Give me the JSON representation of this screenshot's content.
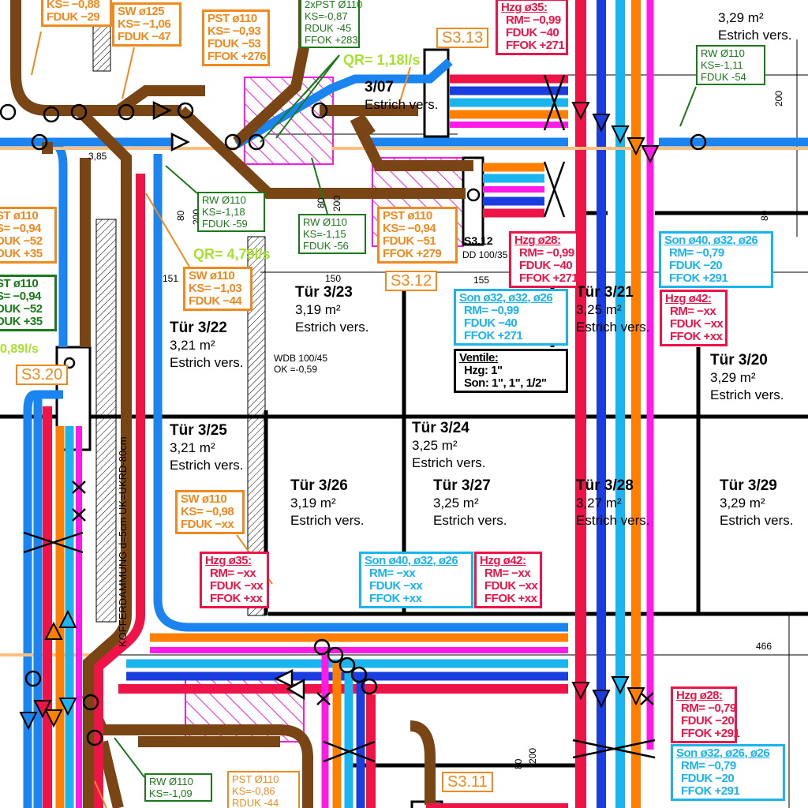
{
  "colors": {
    "heating": "#ee1448",
    "sanitary": "#1ab4ee",
    "rainwater": "#1a7a1a",
    "wastewater": "#f08a1e",
    "flow_rate": "#a6e22e",
    "brown_pipe": "#7a4515",
    "blue_pipe": "#1a84f0",
    "dark_blue_pipe": "#1a3de0",
    "magenta_pipe": "#ff1ae8"
  },
  "annotations": [
    {
      "kind": "wastewater",
      "lines": [
        "KS= −0,88",
        "FDUK −29"
      ]
    },
    {
      "kind": "wastewater",
      "lines": [
        "SW ø125",
        "KS= −1,06",
        "FDUK −47"
      ]
    },
    {
      "kind": "wastewater",
      "lines": [
        "PST ø110",
        "KS= −0,93",
        "FDUK −53",
        "FFOK +276"
      ]
    },
    {
      "kind": "rainwater",
      "thin": true,
      "lines": [
        "2xPST Ø110",
        "KS=-0,87",
        "RDUK -45",
        "FFOK +283"
      ]
    },
    {
      "kind": "heating",
      "header": "Hzg ø35:",
      "lines": [
        "RM= −0,99",
        "FDUK −40",
        "FFOK +271"
      ]
    },
    {
      "kind": "rainwater",
      "thin": true,
      "lines": [
        "RW Ø110",
        "KS=-1,11",
        "FDUK -54"
      ]
    },
    {
      "kind": "rainwater",
      "thin": true,
      "lines": [
        "RW Ø110",
        "KS=-1,18",
        "FDUK -59"
      ]
    },
    {
      "kind": "rainwater",
      "thin": true,
      "lines": [
        "RW Ø110",
        "KS=-1,15",
        "FDUK -56"
      ]
    },
    {
      "kind": "wastewater",
      "lines": [
        "SW ø110",
        "KS= −1,03",
        "FDUK −44"
      ]
    },
    {
      "kind": "wastewater",
      "lines": [
        "PST ø110",
        "KS= −0,94",
        "FDUK −51",
        "FFOK +279"
      ]
    },
    {
      "kind": "heating",
      "header": "Hzg ø28:",
      "lines": [
        "RM= −0,99",
        "FDUK −40",
        "FFOK +271"
      ]
    },
    {
      "kind": "sanitary",
      "header": "Son ø40, ø32, ø26",
      "lines": [
        "RM= −0,79",
        "FDUK −20",
        "FFOK +291"
      ]
    },
    {
      "kind": "sanitary",
      "header": "Son ø32, ø32, ø26",
      "lines": [
        "RM= −0,99",
        "FDUK −40",
        "FFOK +271"
      ]
    },
    {
      "kind": "heating",
      "header": "Hzg ø42:",
      "lines": [
        "RM= −xx",
        "FDUK −xx",
        "FFOK +xx"
      ]
    },
    {
      "kind": "ventile",
      "header": "Ventile:",
      "lines": [
        "Hzg: 1\"",
        "Son: 1\", 1\", 1/2\""
      ]
    },
    {
      "kind": "wastewater",
      "lines": [
        "ST ø110",
        "S= −0,94",
        "DUK −52",
        "DUK +35"
      ]
    },
    {
      "kind": "rainwater",
      "lines": [
        "ST ø110",
        "S= −0,94",
        "DUK −52",
        "DUK +35"
      ]
    },
    {
      "kind": "wastewater",
      "lines": [
        "SW ø110",
        "KS= −0,98",
        "FDUK −xx"
      ]
    },
    {
      "kind": "heating",
      "header": "Hzg ø35:",
      "lines": [
        "RM= −xx",
        "FDUK −xx",
        "FFOK +xx"
      ]
    },
    {
      "kind": "sanitary",
      "header": "Son ø40, ø32, ø26",
      "lines": [
        "RM= −xx",
        "FDUK −xx",
        "FFOK +xx"
      ]
    },
    {
      "kind": "heating",
      "header": "Hzg ø42:",
      "lines": [
        "RM= −xx",
        "FDUK −xx",
        "FFOK +xx"
      ]
    },
    {
      "kind": "heating",
      "header": "Hzg ø28:",
      "lines": [
        "RM= −0,79",
        "FDUK −20",
        "FFOK +291"
      ]
    },
    {
      "kind": "sanitary",
      "header": "Son ø32, ø26, ø26",
      "lines": [
        "RM= −0,79",
        "FDUK −20",
        "FFOK +291"
      ]
    },
    {
      "kind": "rainwater",
      "thin": true,
      "lines": [
        "RW Ø110",
        "KS=-1,09"
      ]
    },
    {
      "kind": "wastewater",
      "thin": true,
      "lines": [
        "PST Ø110",
        "KS=-0,86",
        "RDUK -44"
      ]
    }
  ],
  "shafts": [
    "S3.13",
    "S3.12",
    "S3.20",
    "S3.11"
  ],
  "flow_rates": [
    "QR= 1,18l/s",
    "QR= 4,79l/s",
    "0,89l/s"
  ],
  "rooms": [
    {
      "title": "Tür 3/22",
      "area": "3,21 m²",
      "note": "Estrich vers."
    },
    {
      "title": "Tür 3/23",
      "area": "3,19 m²",
      "note": "Estrich vers."
    },
    {
      "title": "Tür 3/24",
      "area": "3,25 m²",
      "note": "Estrich vers."
    },
    {
      "title": "Tür 3/21",
      "area": "3,25 m²",
      "note": "Estrich vers."
    },
    {
      "title": "Tür 3/20",
      "area": "3,29 m²",
      "note": "Estrich vers."
    },
    {
      "title": "Tür 3/25",
      "area": "3,21 m²",
      "note": "Estrich vers."
    },
    {
      "title": "Tür 3/26",
      "area": "3,19 m²",
      "note": "Estrich vers."
    },
    {
      "title": "Tür 3/27",
      "area": "3,25 m²",
      "note": "Estrich vers."
    },
    {
      "title": "Tür 3/28",
      "area": "3,27 m²",
      "note": "Estrich vers."
    },
    {
      "title": "Tür 3/29",
      "area": "3,29 m²",
      "note": "Estrich vers."
    },
    {
      "title": "3/07",
      "area": "",
      "note": "Estrich vers."
    },
    {
      "title": "",
      "area": "3,29 m²",
      "note": "Estrich vers."
    }
  ],
  "dimensions": [
    "3,85",
    "151",
    "150",
    "155",
    "466",
    "WDB 100/45",
    "OK =-0,59",
    "DD 100/35",
    "S3.12"
  ],
  "vertical_labels": [
    "80",
    "200",
    "80",
    "200",
    "80",
    "200",
    "80",
    "200",
    "KOFFERDAMMUNG d=5cm UK=UKRD-80cm"
  ]
}
